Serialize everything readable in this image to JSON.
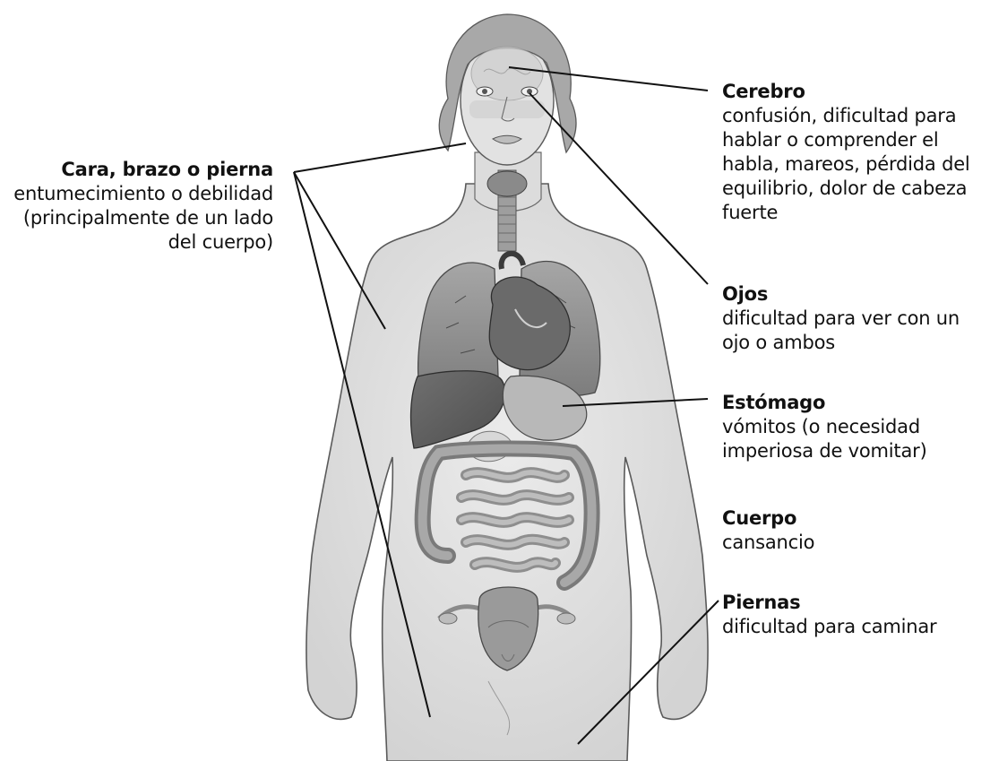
{
  "labels": {
    "face": {
      "title": "Cara, brazo o pierna",
      "desc": "entumecimiento o debilidad (principalmente de un lado del cuerpo)"
    },
    "brain": {
      "title": "Cerebro",
      "desc": "confusión, dificultad para hablar o comprender el habla, mareos, pérdida del equilibrio, dolor de cabeza fuerte"
    },
    "eyes": {
      "title": "Ojos",
      "desc": "dificultad para ver con un ojo o ambos"
    },
    "stomach": {
      "title": "Estómago",
      "desc": "vómitos (o necesidad imperiosa de vomitar)"
    },
    "body": {
      "title": "Cuerpo",
      "desc": "cansancio"
    },
    "legs": {
      "title": "Piernas",
      "desc": "dificultad para caminar"
    }
  },
  "colors": {
    "skin": "#e0e0e0",
    "outline": "#5a5a5a",
    "organ_dark": "#6e6e6e",
    "organ_mid": "#9a9a9a",
    "organ_light": "#bdbdbd",
    "hair": "#a8a8a8",
    "leader_line": "#111111"
  }
}
